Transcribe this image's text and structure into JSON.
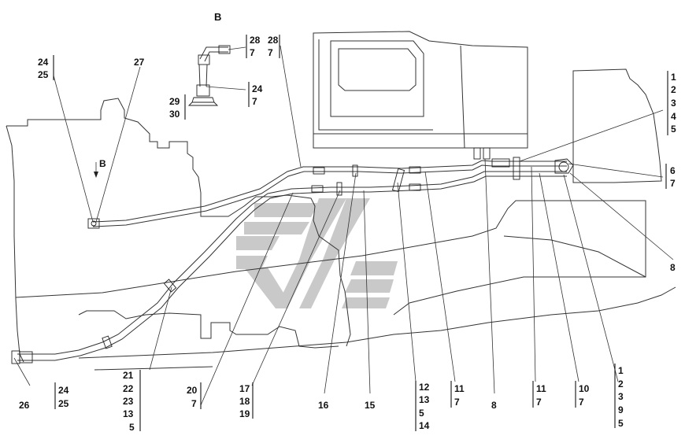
{
  "view_label": "B",
  "arrow_label": "B",
  "watermark_color": "#c9c9c9",
  "callouts": {
    "top_28_7_a": [
      "28",
      "7"
    ],
    "top_28_7_b": [
      "28",
      "7"
    ],
    "top_24_7": [
      "24",
      "7"
    ],
    "top_29_30": [
      "29",
      "30"
    ],
    "left_24_25": [
      "24",
      "25"
    ],
    "left_27": [
      "27"
    ],
    "right_1_5": [
      "1",
      "2",
      "3",
      "4",
      "5"
    ],
    "right_6_7": [
      "6",
      "7"
    ],
    "right_8": [
      "8"
    ],
    "bottom_26": [
      "26"
    ],
    "bottom_24_25": [
      "24",
      "25"
    ],
    "bottom_21_5": [
      "21",
      "22",
      "23",
      "13",
      "5"
    ],
    "bottom_20_7": [
      "20",
      "7"
    ],
    "bottom_17_19": [
      "17",
      "18",
      "19"
    ],
    "bottom_16": [
      "16"
    ],
    "bottom_15": [
      "15"
    ],
    "bottom_12_14": [
      "12",
      "13",
      "5",
      "14"
    ],
    "bottom_11_7_a": [
      "11",
      "7"
    ],
    "bottom_8": [
      "8"
    ],
    "bottom_11_7_b": [
      "11",
      "7"
    ],
    "bottom_10_7": [
      "10",
      "7"
    ],
    "bottom_1_5": [
      "1",
      "2",
      "3",
      "9",
      "5"
    ]
  }
}
